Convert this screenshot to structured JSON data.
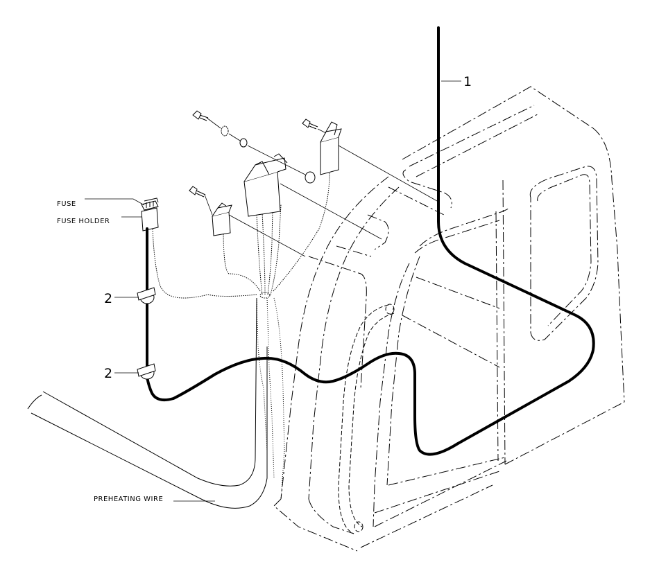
{
  "labels": {
    "fuse": "FUSE",
    "fuse_holder": "FUSE HOLDER",
    "preheating_wire": "PREHEATING WIRE",
    "callout_1": "1",
    "callout_2_upper": "2",
    "callout_2_lower": "2"
  },
  "colors": {
    "line": "#000000",
    "background": "#ffffff"
  }
}
